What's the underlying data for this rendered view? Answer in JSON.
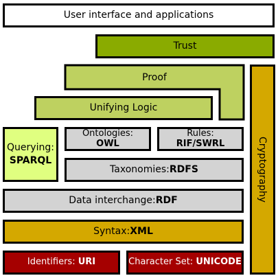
{
  "layers": {
    "user_interface": "User interface and applications",
    "trust": "Trust",
    "proof": "Proof",
    "unifying_logic": "Unifying Logic",
    "querying": {
      "label": "Querying:",
      "tech": "SPARQL"
    },
    "ontologies": {
      "label": "Ontologies:",
      "tech": "OWL"
    },
    "rules": {
      "label": "Rules:",
      "tech": "RIF/SWRL"
    },
    "taxonomies": {
      "label": "Taxonomies:",
      "tech": "RDFS"
    },
    "data_interchange": {
      "label": "Data interchange:",
      "tech": "RDF"
    },
    "syntax": {
      "label": "Syntax:",
      "tech": "XML"
    },
    "identifiers": {
      "label": "Identifiers:",
      "tech": "URI"
    },
    "character_set": {
      "label": "Character Set:",
      "tech": "UNICODE"
    },
    "cryptography": "Cryptography"
  },
  "colors": {
    "grey": "#d3d3d3",
    "light_green": "#e0ff80",
    "olive": "#8aab00",
    "moss": "#bed160",
    "gold": "#d4a800",
    "dark_red": "#a50000"
  }
}
